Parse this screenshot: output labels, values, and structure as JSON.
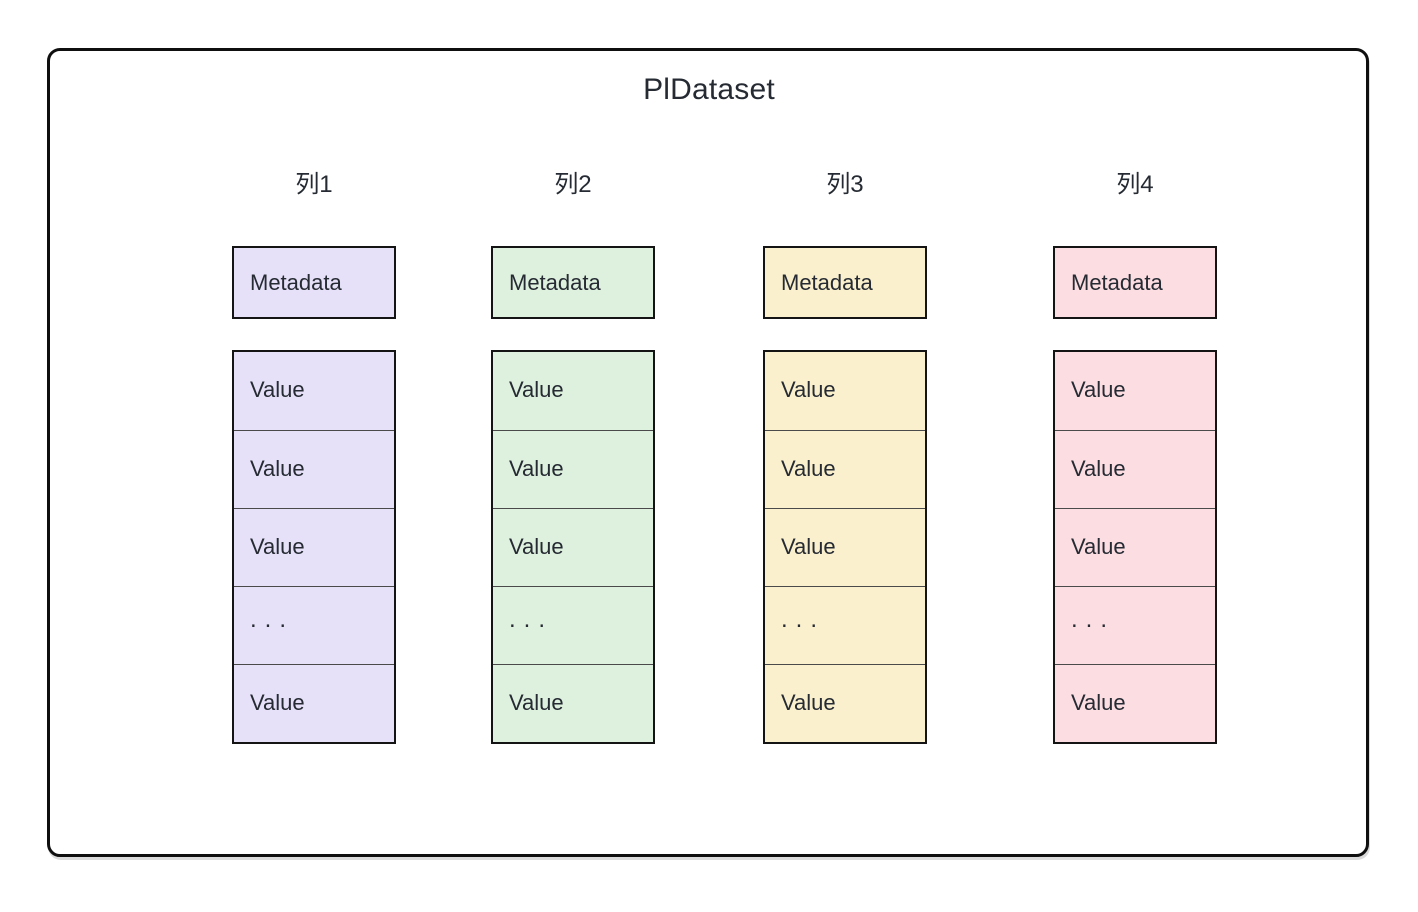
{
  "diagram": {
    "title": "PlDataset",
    "columns": [
      {
        "header": "列1",
        "metadata_label": "Metadata",
        "cells": [
          "Value",
          "Value",
          "Value",
          "...",
          "Value"
        ],
        "fill": "#e6e0f8"
      },
      {
        "header": "列2",
        "metadata_label": "Metadata",
        "cells": [
          "Value",
          "Value",
          "Value",
          "...",
          "Value"
        ],
        "fill": "#def0de"
      },
      {
        "header": "列3",
        "metadata_label": "Metadata",
        "cells": [
          "Value",
          "Value",
          "Value",
          "...",
          "Value"
        ],
        "fill": "#faf0cd"
      },
      {
        "header": "列4",
        "metadata_label": "Metadata",
        "cells": [
          "Value",
          "Value",
          "Value",
          "...",
          "Value"
        ],
        "fill": "#fbdde2"
      }
    ],
    "colors": {
      "frame_border": "#0f0f0f",
      "box_border": "#141414",
      "divider": "#4a4a4a",
      "text": "#262b33",
      "background": "#ffffff"
    }
  }
}
